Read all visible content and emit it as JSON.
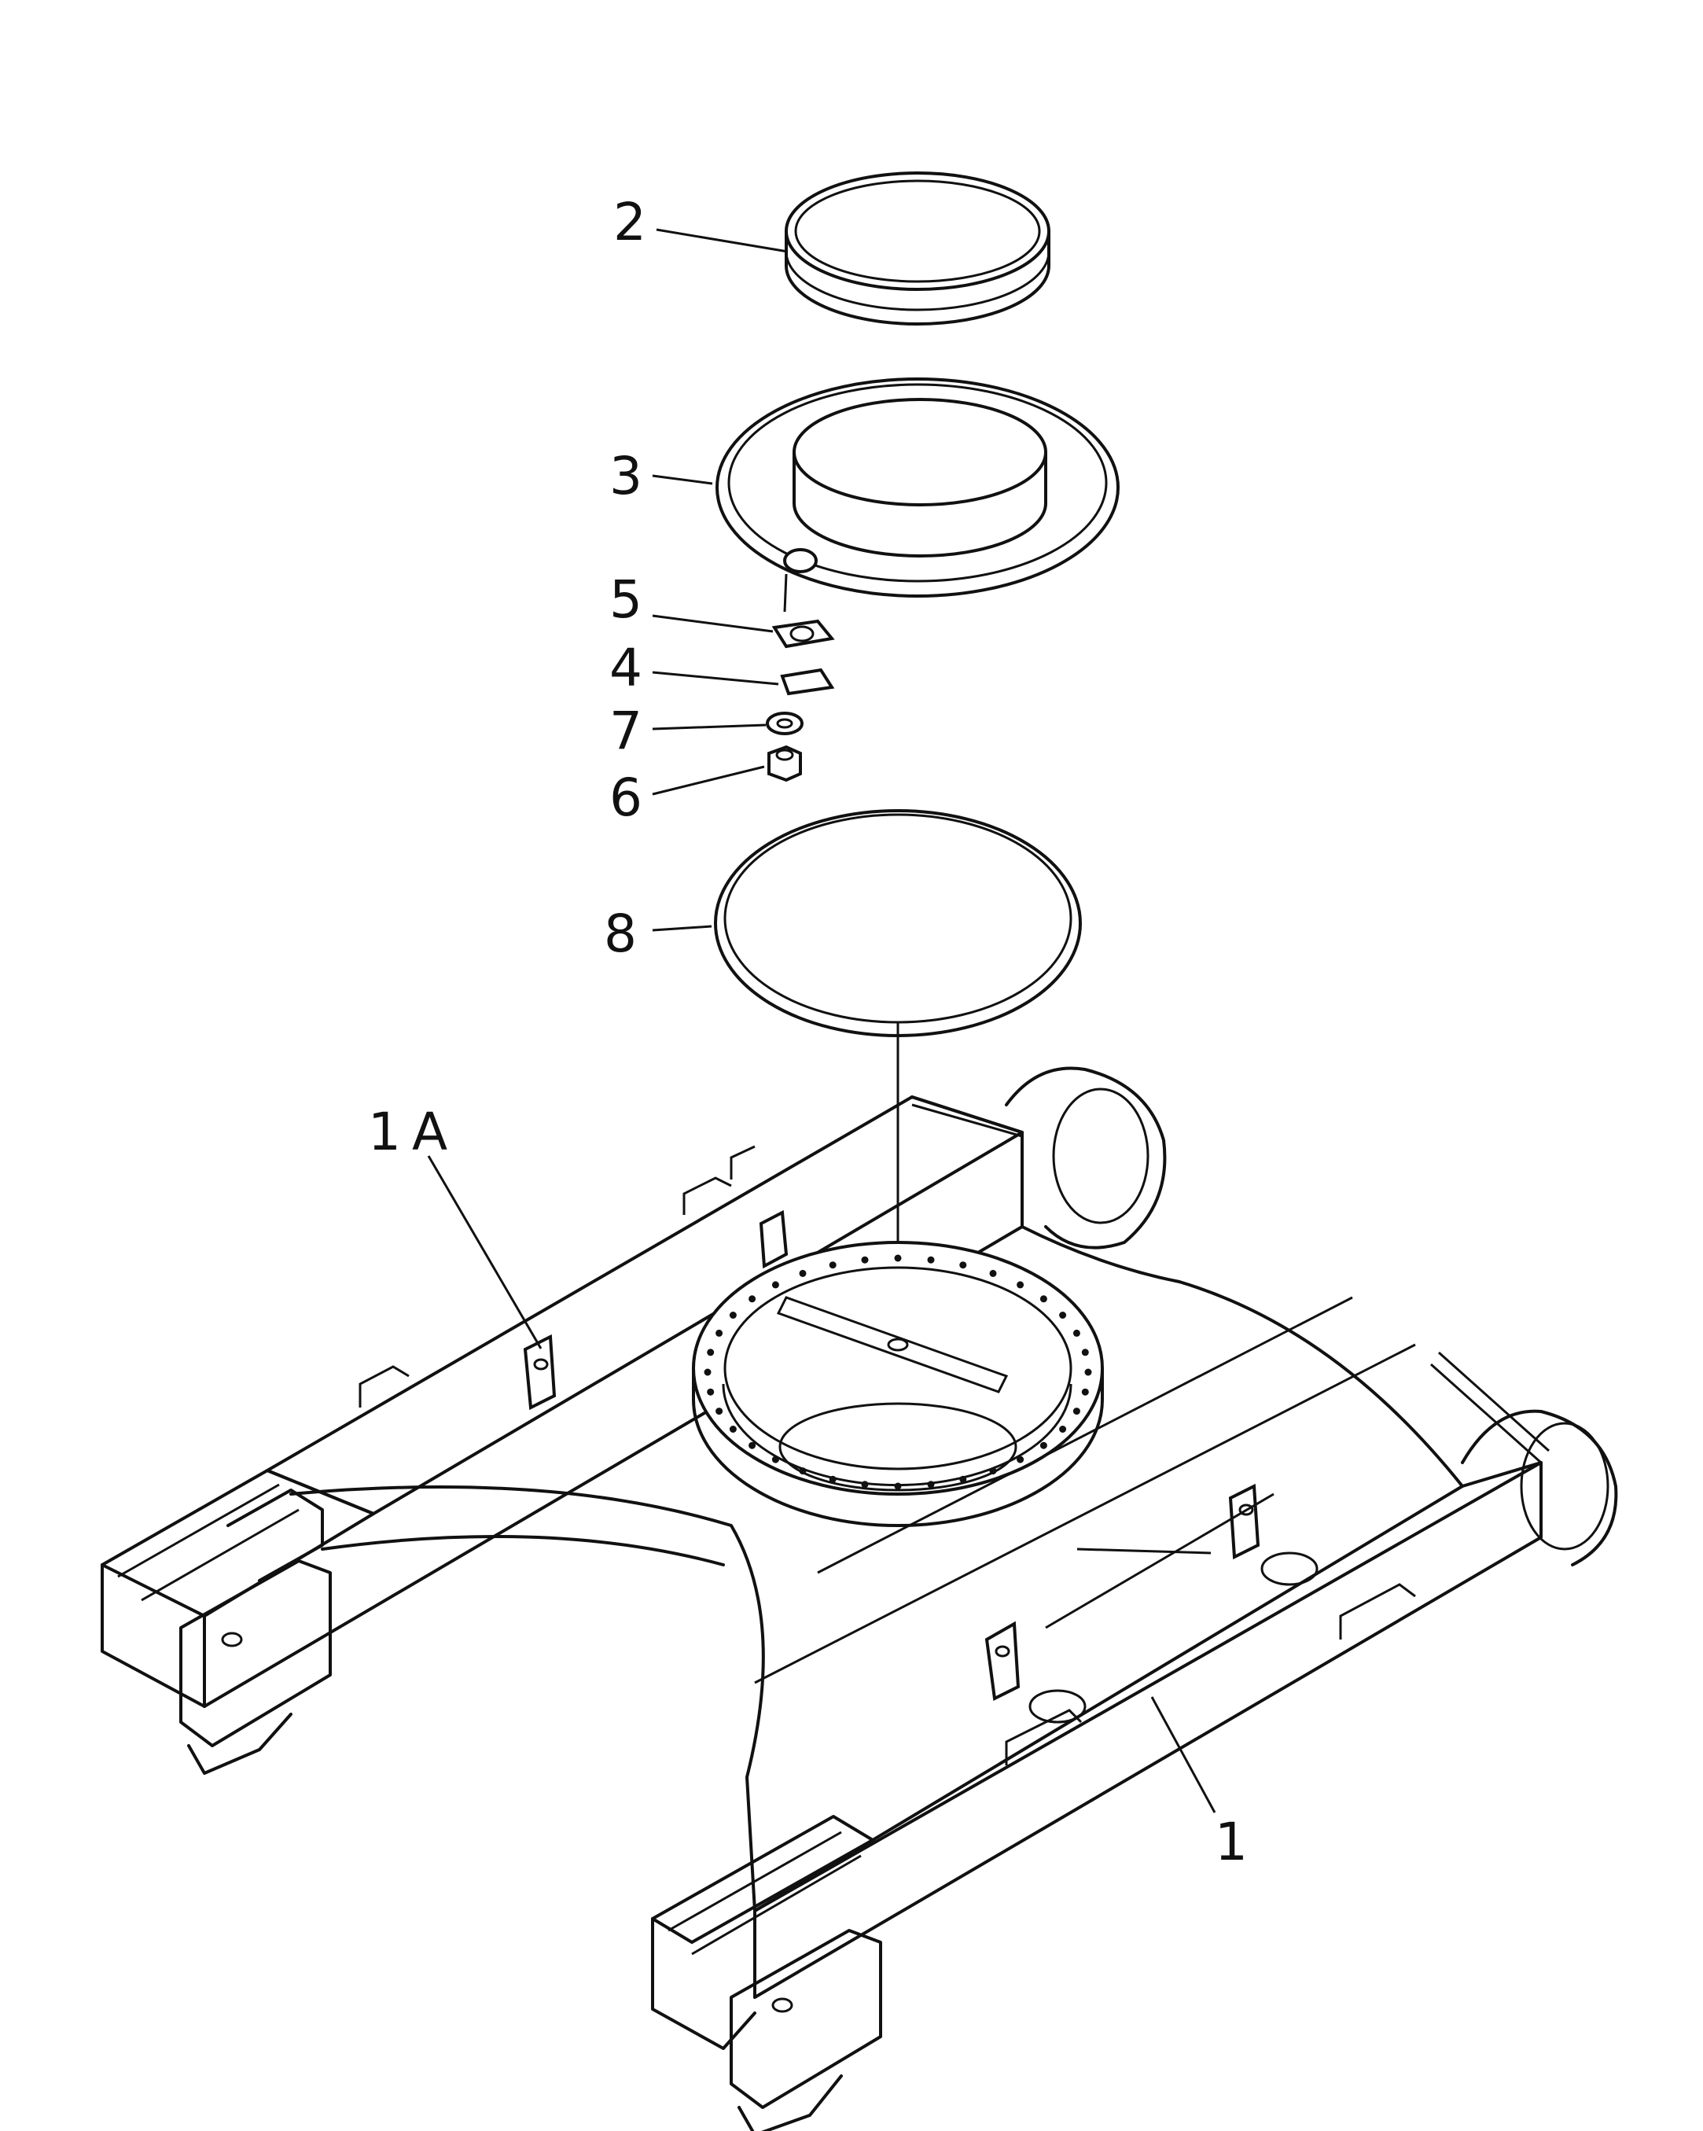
{
  "diagram": {
    "callouts": [
      {
        "id": "c2",
        "label": "2"
      },
      {
        "id": "c3",
        "label": "3"
      },
      {
        "id": "c5",
        "label": "5"
      },
      {
        "id": "c4",
        "label": "4"
      },
      {
        "id": "c7",
        "label": "7"
      },
      {
        "id": "c6",
        "label": "6"
      },
      {
        "id": "c8",
        "label": "8"
      },
      {
        "id": "c1A",
        "label": "1A"
      },
      {
        "id": "c1",
        "label": "1"
      }
    ]
  }
}
